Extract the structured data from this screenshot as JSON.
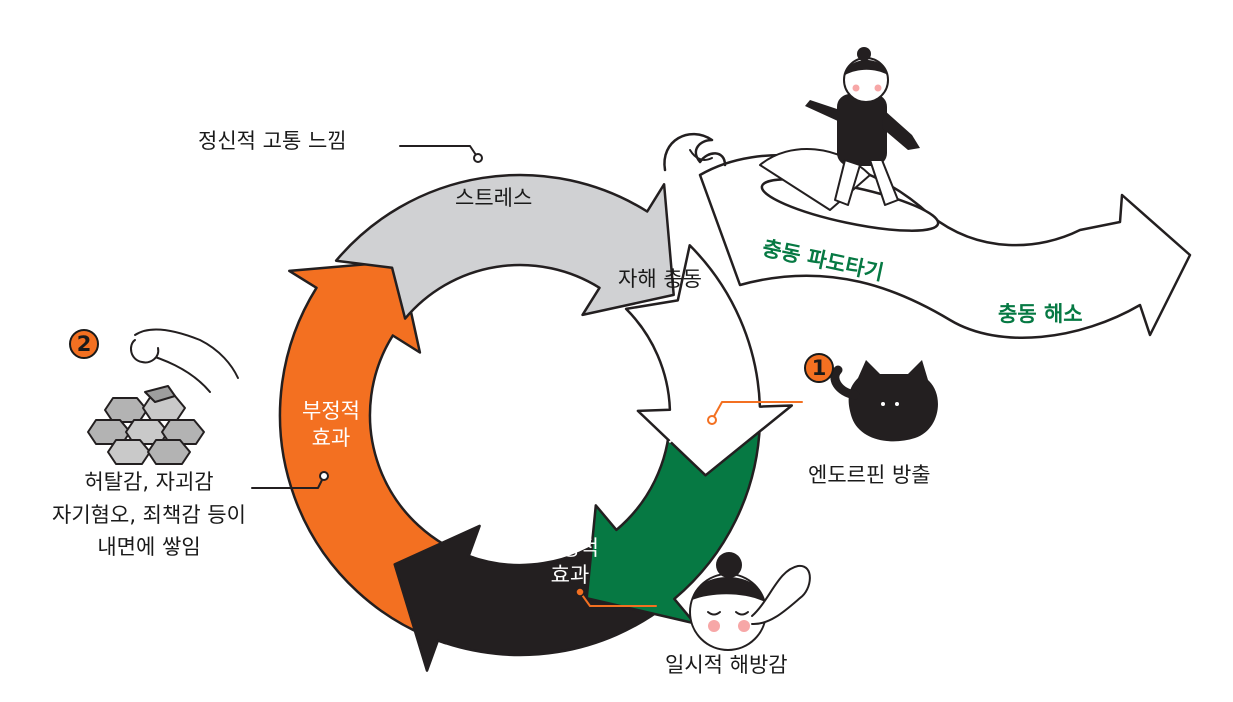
{
  "colors": {
    "stress": "#d0d1d3",
    "urge": "#ffffff",
    "selfharm": "#067943",
    "positive": "#231f20",
    "negative": "#f37021",
    "outline": "#231f20",
    "accent_line": "#f37021",
    "green_text": "#067943"
  },
  "cycle": {
    "stress": "스트레스",
    "urge": "자해 충동",
    "selfharm": "자해",
    "positive": "긍정적\n효과",
    "negative": "부정적\n효과"
  },
  "callouts": {
    "pain": "정신적 고통 느낌",
    "endorphin": "엔도르핀 방출",
    "relief": "일시적 해방감",
    "burden": "허탈감, 자괴감\n자기혐오, 죄책감 등이\n내면에 쌓임"
  },
  "badges": {
    "one": "1",
    "two": "2"
  },
  "wave": {
    "surf": "충동 파도타기",
    "release": "충동 해소"
  },
  "illustrations": {
    "surfer": "surfer-girl-illustration",
    "wave_icon": "wave-icon",
    "cat": "black-cat-illustration",
    "relief_face": "relieved-girl-face-illustration",
    "rocks": "stacked-rocks-illustration",
    "hand": "hand-stacking-rocks-illustration"
  }
}
